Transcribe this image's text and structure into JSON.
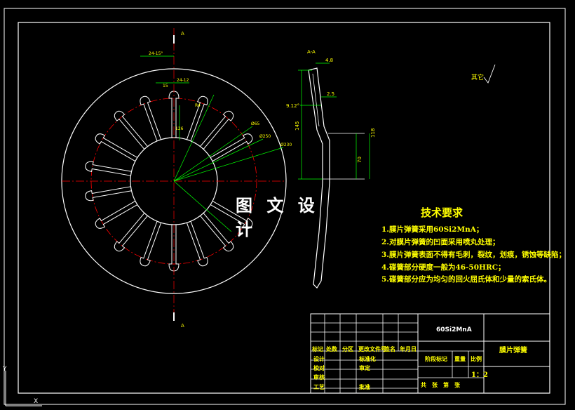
{
  "watermark": "图 文 设 计",
  "section_label_top": "A",
  "section_label_bottom": "A",
  "section_view_label": "A-A",
  "roughness_note": "其它",
  "dims": {
    "angle_top": "24-15°",
    "slot_width": "24-12",
    "dim_15": "15",
    "dim_r": "R4",
    "phi_65": "Ø65",
    "phi_250": "Ø250",
    "phi_230": "Ø230",
    "dim_126": "126",
    "thickness": "4.8",
    "dim_25": "2.5",
    "angle_side": "9.12°",
    "height_left": "145",
    "height_right": "118",
    "height_small": "70"
  },
  "tech_requirements": {
    "title": "技术要求",
    "items": [
      "1.膜片弹簧采用60Si2MnA；",
      "2.对膜片弹簧的凹面采用喷丸处理；",
      "3.膜片弹簧表面不得有毛刺，裂纹，划痕，锈蚀等缺陷；",
      "4.碟簧部分硬度一般为46-50HRC；",
      "5.碟簧部分应为均匀的回火屈氏体和少量的索氏体。"
    ]
  },
  "title_block": {
    "material": "60Si2MnA",
    "part_name": "膜片弹簧",
    "headers": [
      "标记",
      "处数",
      "分区",
      "更改文件号",
      "签名",
      "年月日"
    ],
    "rows_left": [
      "设计",
      "校对",
      "审核",
      "工艺"
    ],
    "std_labels": [
      "标准化",
      "审定",
      "批准"
    ],
    "stage_label": "阶段标记",
    "weight_label": "重量",
    "scale_label": "比例",
    "scale_value": "1：2",
    "sheet_text": "共　张　第　张"
  },
  "colors": {
    "outline": "#ffffff",
    "center_line": "#ff0000",
    "dimension": "#00ff00",
    "text": "#ffff00",
    "frame": "#ffffff"
  }
}
